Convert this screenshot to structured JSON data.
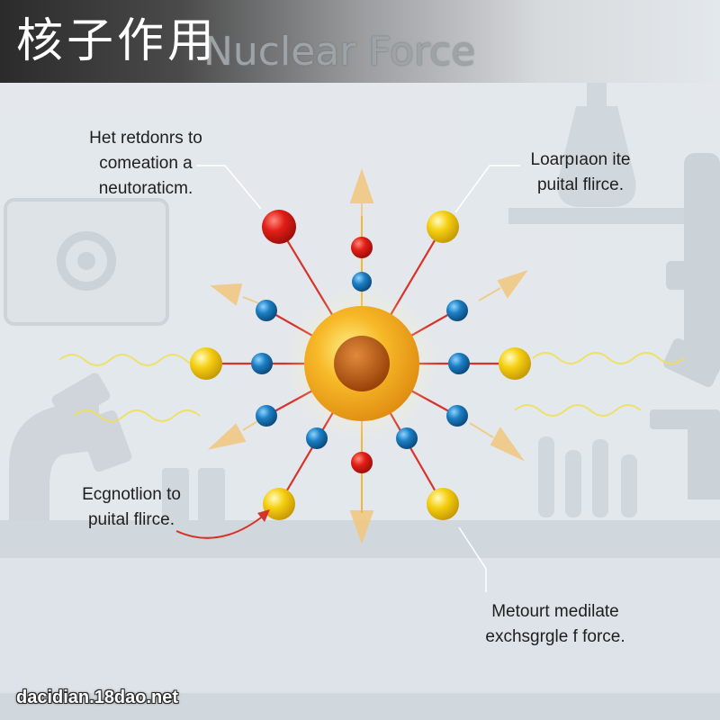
{
  "title": {
    "chinese": "核子作用",
    "english": "Nuclear Force"
  },
  "labels": {
    "top_left": "Het retdonrs to\ncomeation a\nneutoraticm.",
    "top_right": "Loarpıaon ite\npuital flirce.",
    "bottom_left": "Ecgnotlion to\npuital flirce.",
    "bottom_right": "Metourt medilate\nexchsgrgle f force."
  },
  "footer": {
    "site": "dacidian.18dao.net"
  },
  "colors": {
    "nucleus": "#f4a81a",
    "nucleus_core": "#b8580f",
    "red_particle": "#e21e17",
    "yellow_particle": "#f5cf10",
    "blue_particle": "#1c7fc4",
    "bond": "#d8332a",
    "arrow": "#f1c984",
    "wave": "#f1df55"
  },
  "icons": {
    "background": [
      "microscope-icon",
      "flask-icon",
      "gear-icon",
      "test-tube-icon"
    ]
  }
}
